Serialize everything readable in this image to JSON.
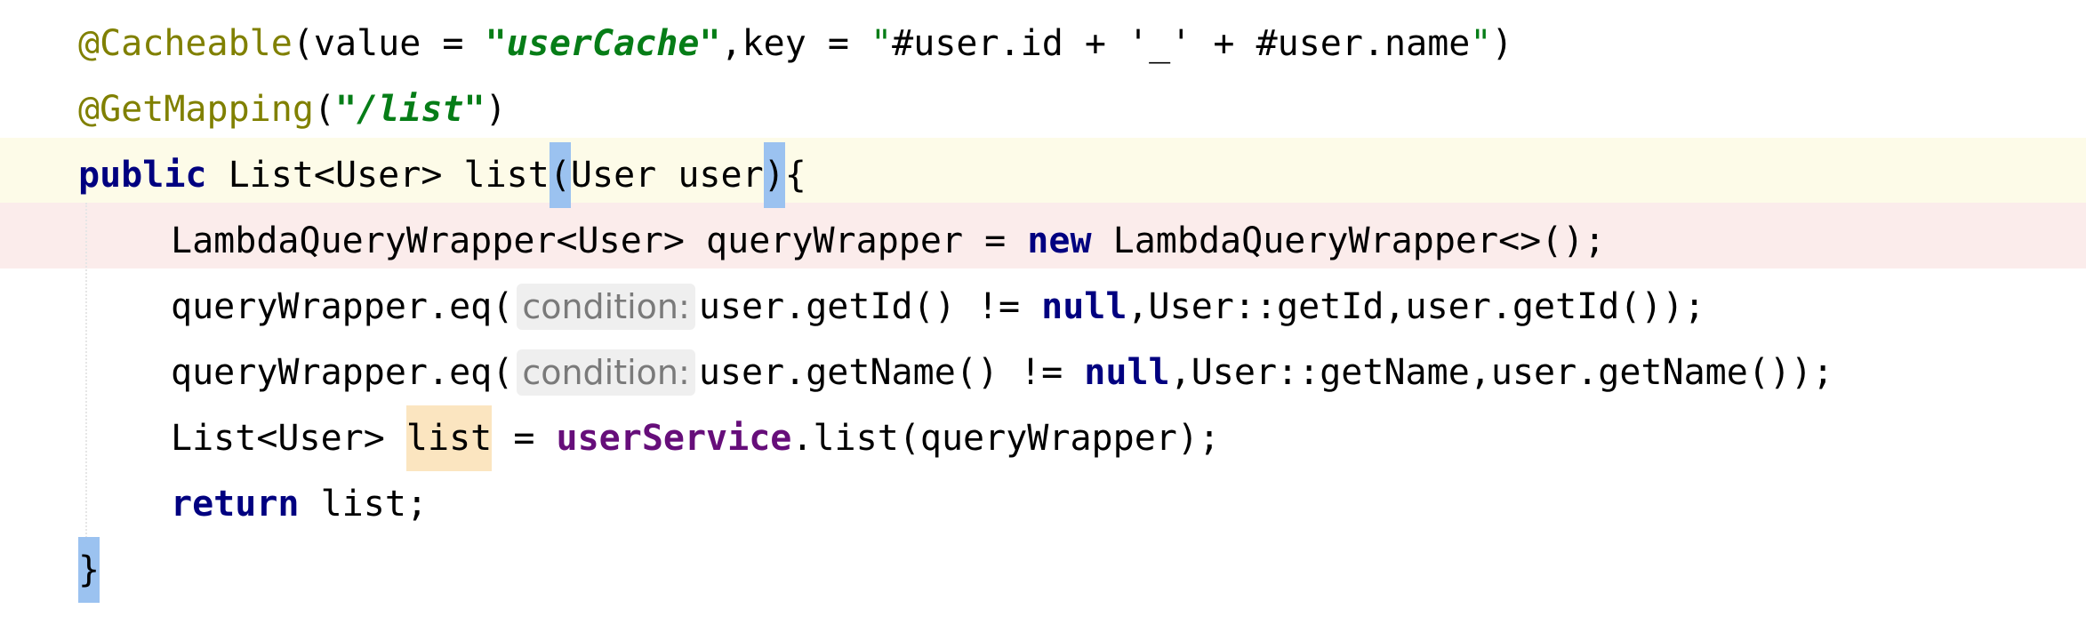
{
  "editor": {
    "colors": {
      "annotation": "#808000",
      "string": "#067d17",
      "keyword": "#000080",
      "field": "#660e7a",
      "caret_row": "#fdfbe8",
      "error_row": "#fbeceb",
      "brace_match": "#9bc2f0",
      "identifier_highlight": "#fbe5c0",
      "inlay_hint_bg": "#efefef"
    },
    "line1": {
      "anno": "@Cacheable",
      "open": "(value = ",
      "value_str": "\"userCache\"",
      "mid": ",key = ",
      "key_q1": "\"",
      "key_a": "#user.id + '_' + ",
      "key_b": "#user.name",
      "key_q2": "\"",
      "close": ")"
    },
    "line2": {
      "anno": "@GetMapping",
      "open": "(",
      "path": "\"/list\"",
      "close": ")"
    },
    "line3": {
      "kw": "public",
      "sig": " List<User> list",
      "paren_open": "(",
      "params": "User user",
      "paren_close": ")",
      "brace": "{"
    },
    "line4": {
      "a": "LambdaQueryWrapper<User> queryWrapper = ",
      "kw": "new",
      "b": " LambdaQueryWrapper<>();"
    },
    "line5": {
      "a": "queryWrapper.eq(",
      "hint": "condition:",
      "b": "user.getId() != ",
      "kw": "null",
      "c": ",User::getId,user.getId());"
    },
    "line6": {
      "a": "queryWrapper.eq(",
      "hint": "condition:",
      "b": "user.getName() != ",
      "kw": "null",
      "c": ",User::getName,user.getName());"
    },
    "line7": {
      "a": "List<User> ",
      "var": "list",
      "b": " = ",
      "field": "userService",
      "c": ".list(queryWrapper);"
    },
    "line8": {
      "kw": "return",
      "b": " list;"
    },
    "line9": {
      "brace": "}"
    }
  }
}
